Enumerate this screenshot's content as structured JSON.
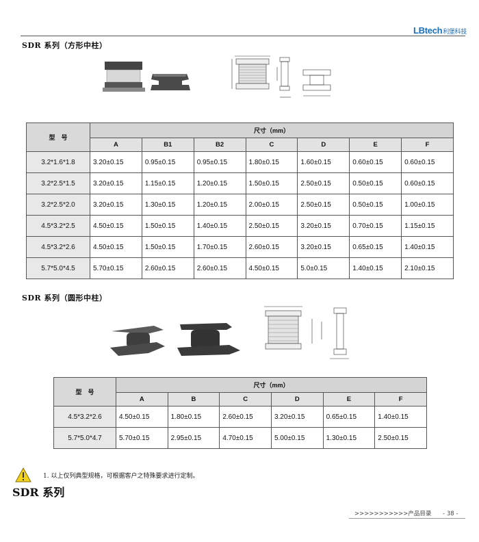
{
  "brand": {
    "logo": "LBtech",
    "logo_cn": "利堡科技"
  },
  "section1": {
    "title": "SDR 系列（方形中柱）",
    "table": {
      "model_header": "型　号",
      "dim_header": "尺寸（mm）",
      "columns": [
        "A",
        "B1",
        "B2",
        "C",
        "D",
        "E",
        "F"
      ],
      "rows": [
        [
          "3.2*1.6*1.8",
          "3.20±0.15",
          "0.95±0.15",
          "0.95±0.15",
          "1.80±0.15",
          "1.60±0.15",
          "0.60±0.15",
          "0.60±0.15"
        ],
        [
          "3.2*2.5*1.5",
          "3.20±0.15",
          "1.15±0.15",
          "1.20±0.15",
          "1.50±0.15",
          "2.50±0.15",
          "0.50±0.15",
          "0.60±0.15"
        ],
        [
          "3.2*2.5*2.0",
          "3.20±0.15",
          "1.30±0.15",
          "1.20±0.15",
          "2.00±0.15",
          "2.50±0.15",
          "0.50±0.15",
          "1.00±0.15"
        ],
        [
          "4.5*3.2*2.5",
          "4.50±0.15",
          "1.50±0.15",
          "1.40±0.15",
          "2.50±0.15",
          "3.20±0.15",
          "0.70±0.15",
          "1.15±0.15"
        ],
        [
          "4.5*3.2*2.6",
          "4.50±0.15",
          "1.50±0.15",
          "1.70±0.15",
          "2.60±0.15",
          "3.20±0.15",
          "0.65±0.15",
          "1.40±0.15"
        ],
        [
          "5.7*5.0*4.5",
          "5.70±0.15",
          "2.60±0.15",
          "2.60±0.15",
          "4.50±0.15",
          "5.0±0.15",
          "1.40±0.15",
          "2.10±0.15"
        ]
      ]
    }
  },
  "section2": {
    "title": "SDR 系列（圆形中柱）",
    "table": {
      "model_header": "型　号",
      "dim_header": "尺寸（mm）",
      "columns": [
        "A",
        "B",
        "C",
        "D",
        "E",
        "F"
      ],
      "rows": [
        [
          "4.5*3.2*2.6",
          "4.50±0.15",
          "1.80±0.15",
          "2.60±0.15",
          "3.20±0.15",
          "0.65±0.15",
          "1.40±0.15"
        ],
        [
          "5.7*5.0*4.7",
          "5.70±0.15",
          "2.95±0.15",
          "4.70±0.15",
          "5.00±0.15",
          "1.30±0.15",
          "2.50±0.15"
        ]
      ]
    }
  },
  "note": "1. 以上仅列典型规格，可根据客户之特殊要求进行定制。",
  "footer_title": "SDR 系列",
  "footer": {
    "nav": ">>>>>>>>>>>产品目录",
    "page": "- 38 -"
  },
  "colors": {
    "brand": "#1a6fb8",
    "warning": "#f2d21b",
    "header_bg": "#d9d9d9"
  }
}
